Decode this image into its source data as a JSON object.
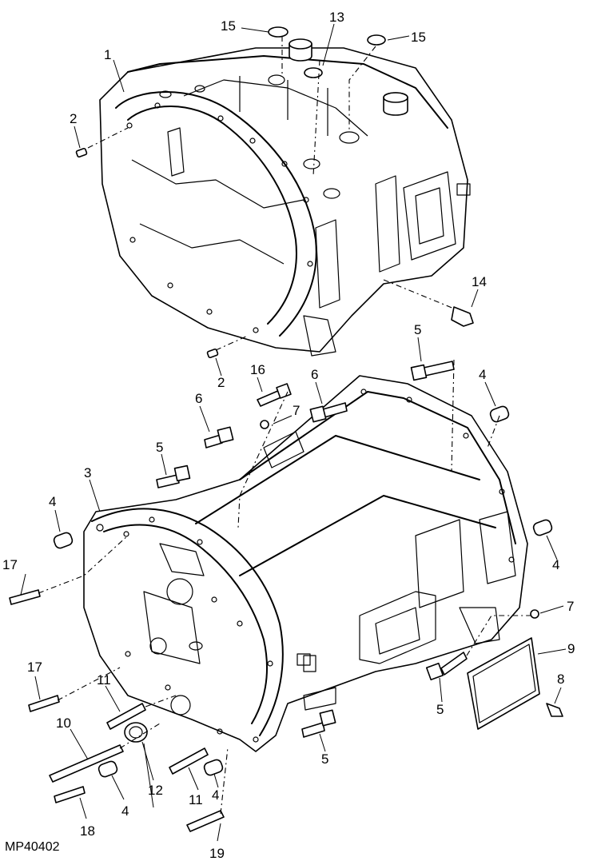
{
  "figure_id": "MP40402",
  "callouts": [
    "1",
    "2",
    "2",
    "3",
    "4",
    "4",
    "4",
    "4",
    "4",
    "5",
    "5",
    "5",
    "5",
    "6",
    "6",
    "7",
    "7",
    "8",
    "9",
    "10",
    "11",
    "11",
    "12",
    "13",
    "14",
    "15",
    "15",
    "16",
    "17",
    "17",
    "18",
    "19"
  ]
}
